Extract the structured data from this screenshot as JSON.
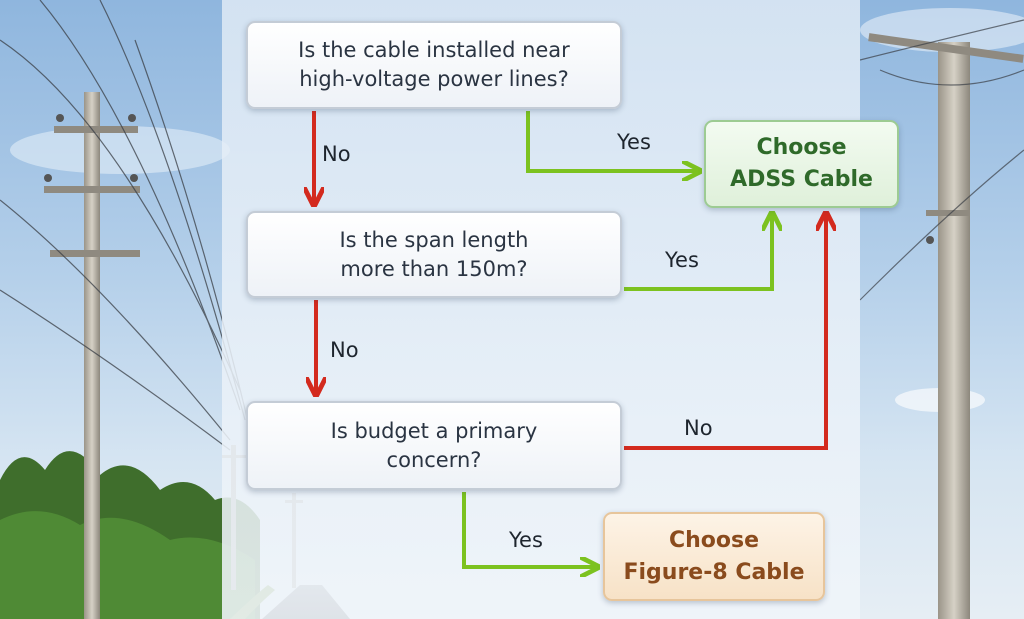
{
  "questions": {
    "q1": "Is the cable installed near\nhigh-voltage power lines?",
    "q2": "Is the span length\nmore than 150m?",
    "q3": "Is budget a primary\nconcern?"
  },
  "results": {
    "adss": "Choose\nADSS Cable",
    "figure8": "Choose\nFigure-8 Cable"
  },
  "edge_labels": {
    "q1_no": "No",
    "q1_yes": "Yes",
    "q2_yes": "Yes",
    "q2_no": "No",
    "q3_no": "No",
    "q3_yes": "Yes"
  },
  "colors": {
    "yes_arrow": "#7cc21f",
    "no_arrow": "#d32a1e"
  }
}
